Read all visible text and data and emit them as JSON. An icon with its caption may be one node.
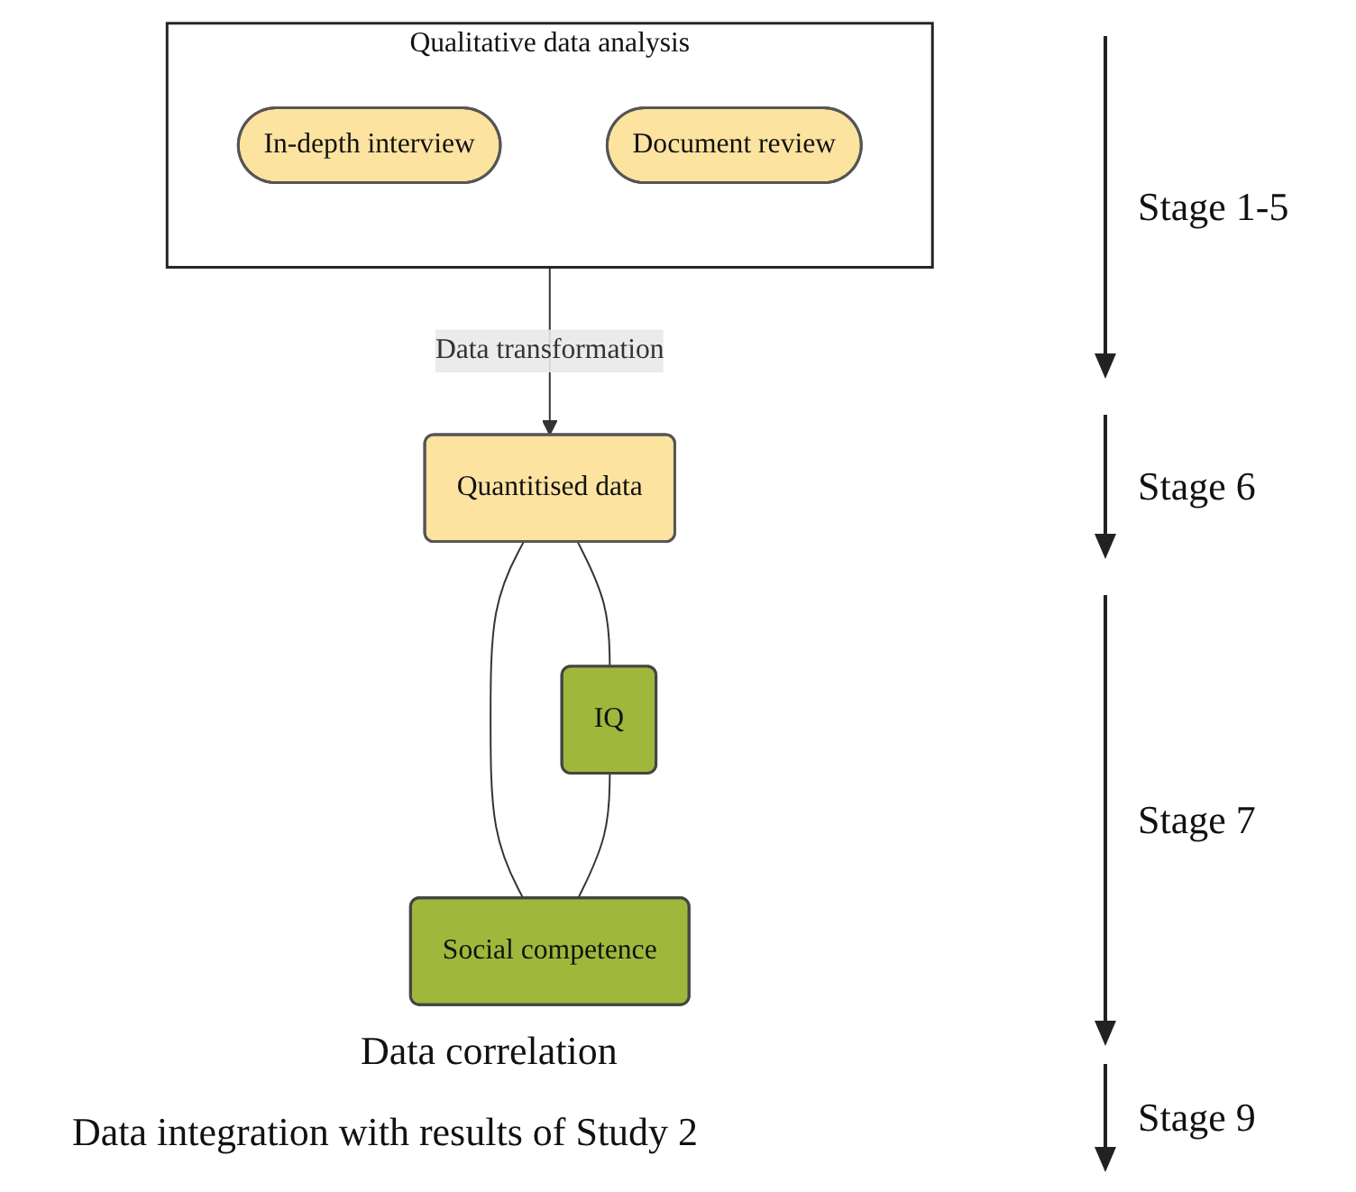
{
  "diagram": {
    "nodes": [
      {
        "text": [
          "Qualitative data analysis"
        ]
      },
      {
        "text": [
          "In-depth interview"
        ],
        "in": 0
      },
      {
        "text": [
          "Document review"
        ],
        "in": 0
      },
      {
        "text": [
          "Quantitised data"
        ]
      },
      {
        "text": [
          "IQ"
        ]
      },
      {
        "text": [
          "Social competence"
        ]
      }
    ],
    "edges": [
      {
        "from": 0,
        "to": 3,
        "arrow": "to",
        "label": "Data transformation"
      },
      {
        "from": 3,
        "to": 4,
        "arrow": "none"
      },
      {
        "from": 3,
        "to": 5,
        "arrow": "none"
      },
      {
        "from": 4,
        "to": 5,
        "arrow": "none"
      }
    ],
    "labels": [
      "Stage 1-5",
      "Stage 6",
      "Stage 7",
      "Data correlation",
      "Stage 9",
      "Data integration with results of Study 2"
    ]
  }
}
